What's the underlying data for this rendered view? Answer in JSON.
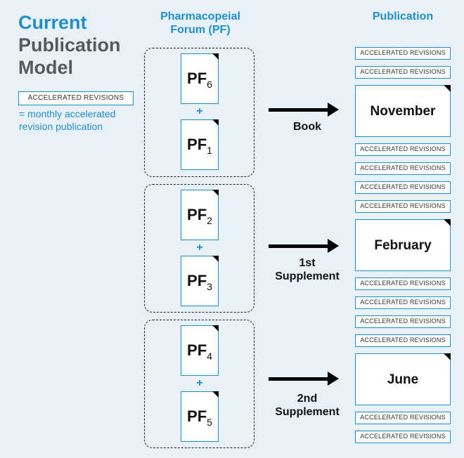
{
  "title": {
    "line1": "Current",
    "line2": "Publication",
    "line3": "Model"
  },
  "legend": {
    "box_label": "ACCELERATED REVISIONS",
    "description": "= monthly accelerated revision publication"
  },
  "columns": {
    "pf": "Pharmacopeial Forum (PF)",
    "publication": "Publication"
  },
  "groups": [
    {
      "docs": [
        {
          "prefix": "PF",
          "sub": "6"
        },
        {
          "prefix": "PF",
          "sub": "1"
        }
      ],
      "plus": "+",
      "arrow_label": "Book"
    },
    {
      "docs": [
        {
          "prefix": "PF",
          "sub": "2"
        },
        {
          "prefix": "PF",
          "sub": "3"
        }
      ],
      "plus": "+",
      "arrow_label": "1st Supplement"
    },
    {
      "docs": [
        {
          "prefix": "PF",
          "sub": "4"
        },
        {
          "prefix": "PF",
          "sub": "5"
        }
      ],
      "plus": "+",
      "arrow_label": "2nd Supplement"
    }
  ],
  "publication": {
    "ar_label": "ACCELERATED REVISIONS",
    "books": [
      "November",
      "February",
      "June"
    ]
  },
  "colors": {
    "accent": "#1e8fc9",
    "title_gray": "#555a60",
    "background": "#e9f1f8"
  }
}
